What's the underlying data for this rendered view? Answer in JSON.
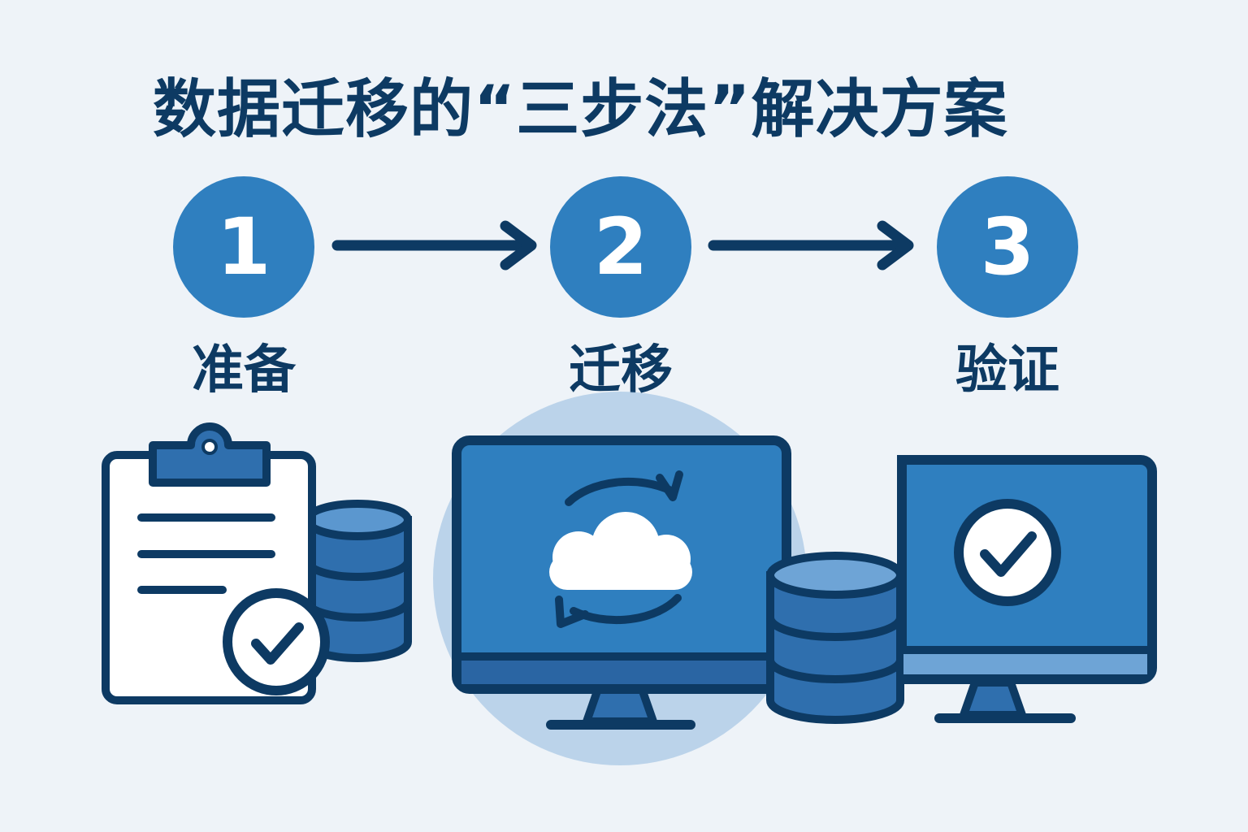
{
  "title": "数据迁移的“三步法”解决方案",
  "steps": [
    {
      "number": "1",
      "label": "准备"
    },
    {
      "number": "2",
      "label": "迁移"
    },
    {
      "number": "3",
      "label": "验证"
    }
  ],
  "icons": [
    "clipboard-icon",
    "database-icon",
    "check-badge-icon",
    "monitor-icon",
    "cloud-sync-icon",
    "database-icon",
    "monitor-icon",
    "check-circle-icon"
  ],
  "colors": {
    "background": "#eef3f8",
    "navy": "#0d3a63",
    "blue": "#2f7fbf",
    "light_blue": "#8fb9df",
    "white": "#ffffff"
  }
}
